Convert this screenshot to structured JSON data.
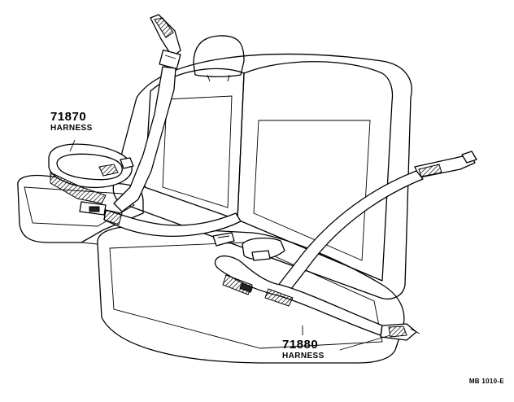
{
  "callouts": [
    {
      "part_number": "71870",
      "name": "HARNESS"
    },
    {
      "part_number": "71880",
      "name": "HARNESS"
    }
  ],
  "figure_code": "MB 1010-E"
}
